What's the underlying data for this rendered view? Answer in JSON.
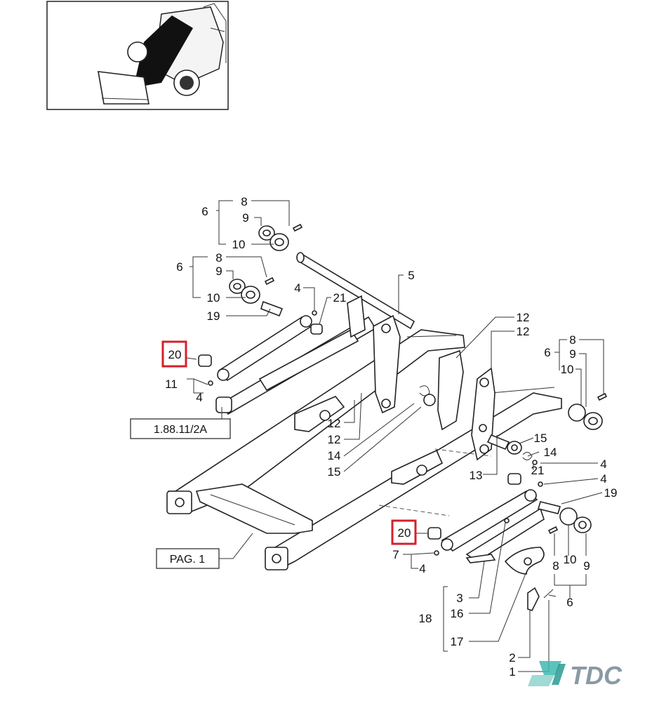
{
  "callouts": {
    "c8a": "8",
    "c9a": "9",
    "c6a": "6",
    "c10a": "10",
    "c8b": "8",
    "c6b": "6",
    "c9b": "9",
    "c4a": "4",
    "c21a": "21",
    "c10b": "10",
    "c19a": "19",
    "c5": "5",
    "c20a": "20",
    "c11": "11",
    "c4b": "4",
    "c12a": "12",
    "c12b": "12",
    "c8c": "8",
    "c6c": "6",
    "c9c": "9",
    "c10c": "10",
    "c12c": "12",
    "c12d": "12",
    "c14a": "14",
    "c15a": "15",
    "c15b": "15",
    "c14b": "14",
    "c4c": "4",
    "c13": "13",
    "c21b": "21",
    "c4d": "4",
    "c19b": "19",
    "c20b": "20",
    "c7": "7",
    "c4e": "4",
    "c8d": "8",
    "c10d": "10",
    "c9d": "9",
    "c6d": "6",
    "c3": "3",
    "c16": "16",
    "c18": "18",
    "c17": "17",
    "c2": "2",
    "c1": "1"
  },
  "refs": {
    "ref_page": "1.88.11/2A",
    "ref_pag": "PAG. 1"
  },
  "brand": {
    "logo_text": "TDC"
  },
  "colors": {
    "highlight": "#d6202a",
    "logo_teal": "#3fb8b0",
    "logo_grey": "#8a9aa3"
  }
}
